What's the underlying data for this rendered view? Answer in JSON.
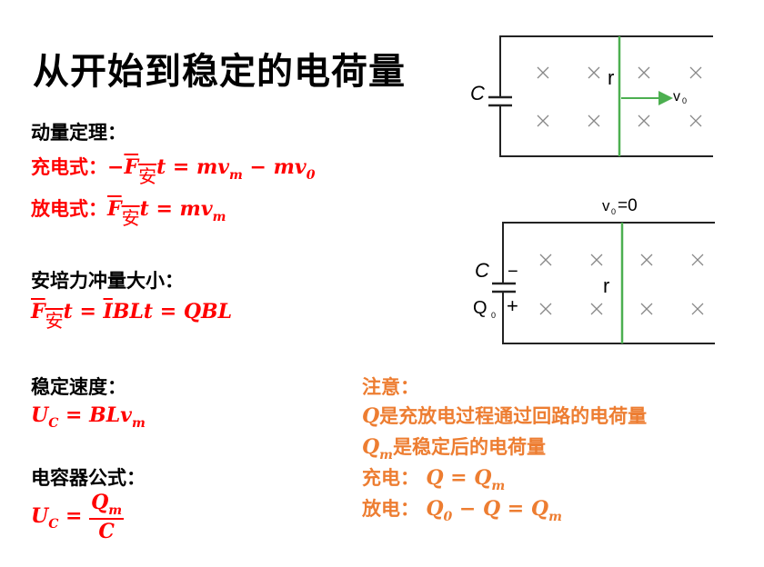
{
  "title": "从开始到稳定的电荷量",
  "momentum": {
    "heading": "动量定理：",
    "charge_label": "充电式：",
    "charge_formula": {
      "neg": "−",
      "F": "F",
      "an": "安",
      "rest": "t = mv",
      "m": "m",
      "minus": " − mv",
      "zero": "0"
    },
    "discharge_label": "放电式：",
    "discharge_formula": {
      "F": "F",
      "an": "安",
      "rest": "t = mv",
      "m": "m"
    }
  },
  "impulse": {
    "heading": "安培力冲量大小：",
    "formula": {
      "F": "F",
      "an": "安",
      "t": "t = ",
      "I": "I",
      "rest": "BLt = QBL"
    }
  },
  "steady": {
    "heading": "稳定速度：",
    "formula": {
      "U": "U",
      "C": "C",
      "rest": " = BLv",
      "m": "m"
    }
  },
  "capacitor": {
    "heading": "电容器公式：",
    "formula": {
      "U": "U",
      "C": "C",
      "eq": " = ",
      "num": "Q",
      "num_sub": "m",
      "den": "C"
    }
  },
  "notes": {
    "heading": "注意：",
    "line1": {
      "Q": "Q",
      "text": "是充放电过程通过回路的电荷量"
    },
    "line2": {
      "Q": "Q",
      "sub": "m",
      "text": "是稳定后的电荷量"
    },
    "line3": {
      "label": "充电：",
      "f1": "Q = Q",
      "sub": "m"
    },
    "line4": {
      "label": "放电：",
      "f1": "Q",
      "sub0": "0",
      "f2": " − Q = Q",
      "sub": "m"
    }
  },
  "diagram1": {
    "cap_label": "C",
    "rod_label": "r",
    "vel": "v",
    "vel_sub": "0"
  },
  "diagram2": {
    "cap_label": "C",
    "minus": "−",
    "plus": "+",
    "q": "Q",
    "q_sub": "0",
    "rod_label": "r",
    "vel": "v",
    "vel_sub": "0",
    "vel_eq": "=0"
  },
  "colors": {
    "red": "#ff0000",
    "orange": "#ed7d31",
    "green": "#4caf50"
  }
}
